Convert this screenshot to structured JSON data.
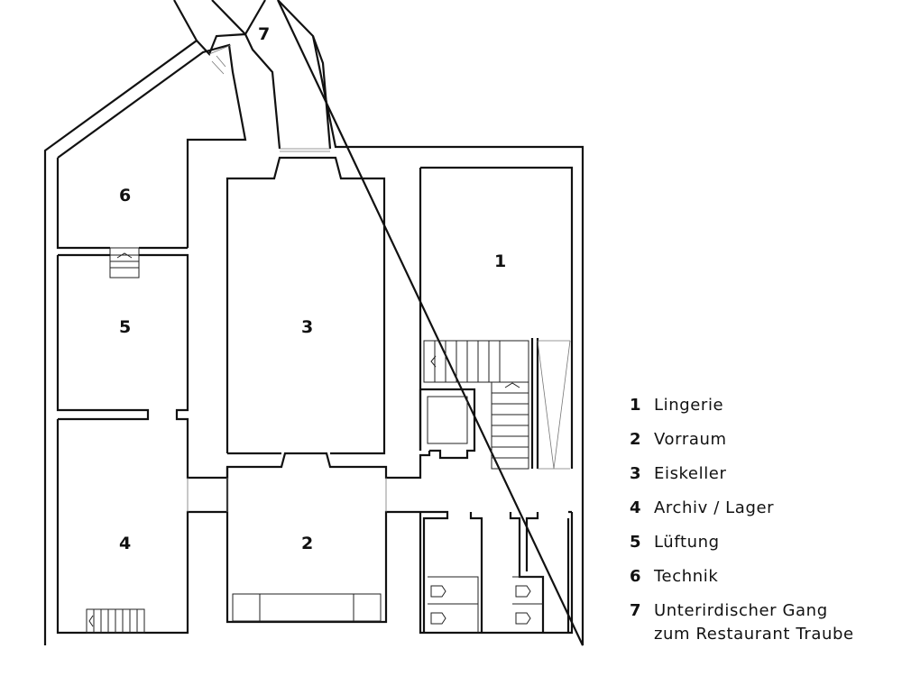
{
  "rooms": [
    {
      "number": "1",
      "label": "Lingerie"
    },
    {
      "number": "2",
      "label": "Vorraum"
    },
    {
      "number": "3",
      "label": "Eiskeller"
    },
    {
      "number": "4",
      "label": "Archiv / Lager"
    },
    {
      "number": "5",
      "label": "Lüftung"
    },
    {
      "number": "6",
      "label": "Technik"
    },
    {
      "number": "7",
      "label_lines": [
        "Unterirdischer Gang",
        "zum Restaurant Traube"
      ]
    }
  ]
}
